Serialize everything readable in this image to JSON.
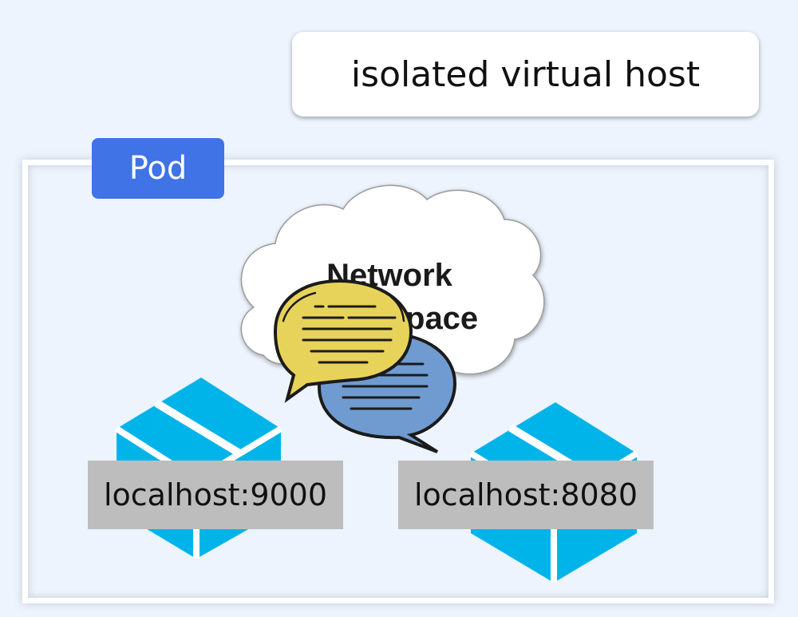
{
  "host_label": "isolated virtual host",
  "pod_label": "Pod",
  "network": {
    "line1": "Network",
    "line2": "Namespace"
  },
  "containers": [
    {
      "label": "localhost:9000"
    },
    {
      "label": "localhost:8080"
    }
  ],
  "colors": {
    "background": "#edf4fd",
    "pod_tag": "#3f73e6",
    "box": "#00b4ea",
    "label_bg": "#bdbdbd",
    "bubble_front": "#e8d35a",
    "bubble_back": "#6f9bd0"
  },
  "icons": [
    "cloud-icon",
    "chat-bubbles-icon",
    "container-box-icon"
  ]
}
